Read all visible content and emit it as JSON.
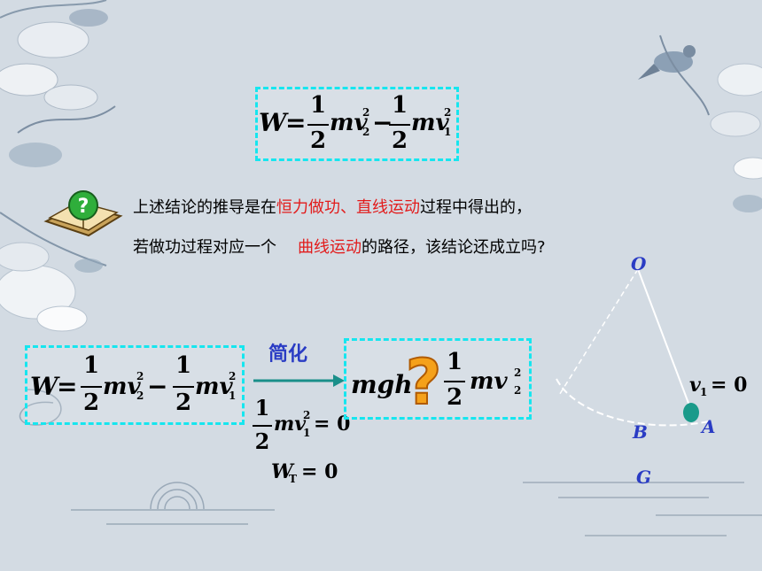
{
  "box1": {
    "lhs": "W",
    "frac_num": "1",
    "frac_den": "2",
    "term": "mv",
    "sub_a": "2",
    "sup": "2",
    "sub_b": "1"
  },
  "question": {
    "line1_a": "上述结论的推导是在",
    "line1_red": "恒力做功、直线运动",
    "line1_b": "过程中得出的，",
    "line2_a": "若做功过程对应一个",
    "line2_red": "曲线运动",
    "line2_b": "的路径，该结论还成立吗?"
  },
  "box2": {
    "lhs": "W",
    "frac_num": "1",
    "frac_den": "2",
    "term": "mv",
    "sub_a": "2",
    "sup": "2",
    "sub_b": "1"
  },
  "simplify_label": "简化",
  "box3": {
    "lhs": "mgh",
    "frac_num": "1",
    "frac_den": "2",
    "term": "mv",
    "sub": "2",
    "sup": "2"
  },
  "conditions": {
    "frac_num": "1",
    "frac_den": "2",
    "term": "mv",
    "sub": "1",
    "sup": "2",
    "rhs": "= 0",
    "wt": "W",
    "wt_sub": "T",
    "wt_rhs": "= 0"
  },
  "pendulum": {
    "O": "O",
    "A": "A",
    "B": "B",
    "G": "G",
    "v_label": "v",
    "v_sub": "1",
    "v_rhs": "= 0"
  },
  "colors": {
    "box_border": "#16e6ef",
    "accent_red": "#e21b1b",
    "label_blue": "#2a3cc4",
    "bob": "#1a9a8a"
  }
}
